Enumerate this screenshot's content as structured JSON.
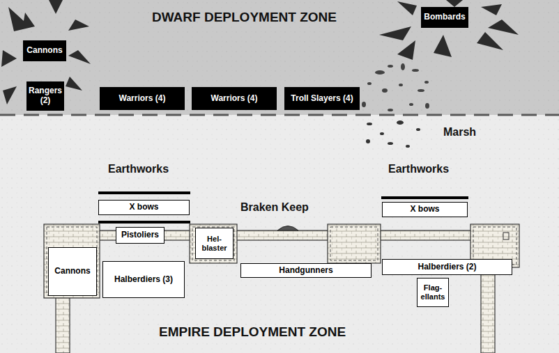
{
  "diagram": {
    "nodes": [
      {
        "text": [
          "DWARF DEPLOYMENT ZONE"
        ]
      },
      {
        "text": [
          "Cannons"
        ],
        "in": 0
      },
      {
        "text": [
          "Bombards"
        ],
        "in": 0
      },
      {
        "text": [
          "Rangers (2)"
        ],
        "in": 0
      },
      {
        "text": [
          "Warriors (4)"
        ],
        "in": 0
      },
      {
        "text": [
          "Warriors (4)"
        ],
        "in": 0
      },
      {
        "text": [
          "Troll Slayers (4)"
        ],
        "in": 0
      },
      {
        "text": [
          "X bows"
        ]
      },
      {
        "text": [
          "X bows"
        ]
      },
      {
        "text": [
          "Pistoliers"
        ]
      },
      {
        "text": [
          "Cannons"
        ]
      },
      {
        "text": [
          "Halberdiers (3)"
        ]
      },
      {
        "text": [
          "Hel- blaster"
        ]
      },
      {
        "text": [
          "Handgunners"
        ]
      },
      {
        "text": [
          "Halberdiers (2)"
        ]
      },
      {
        "text": [
          "Flag- ellants"
        ]
      }
    ],
    "labels": [
      "Marsh",
      "Earthworks",
      "Earthworks",
      "Braken Keep",
      "EMPIRE DEPLOYMENT ZONE"
    ]
  }
}
